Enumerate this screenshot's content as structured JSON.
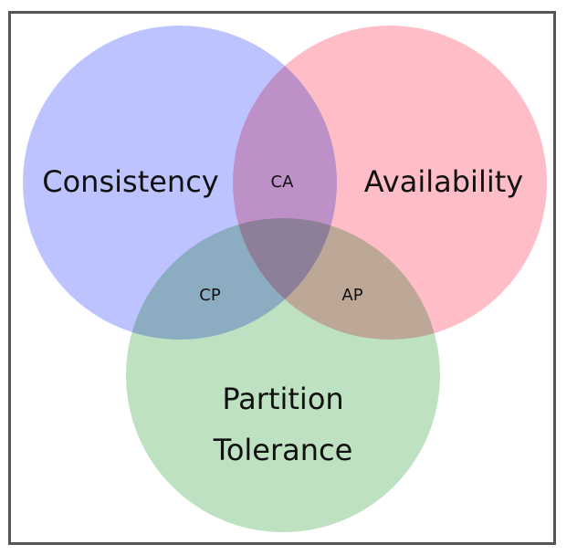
{
  "sets": [
    {
      "id": "consistency",
      "label": "Consistency",
      "color": "#aab2ff"
    },
    {
      "id": "availability",
      "label": "Availability",
      "color": "#ffaab7"
    },
    {
      "id": "partition",
      "label_line1": "Partition",
      "label_line2": "Tolerance",
      "color": "#aad8b0"
    }
  ],
  "intersections": {
    "ca": "CA",
    "cp": "CP",
    "ap": "AP"
  }
}
